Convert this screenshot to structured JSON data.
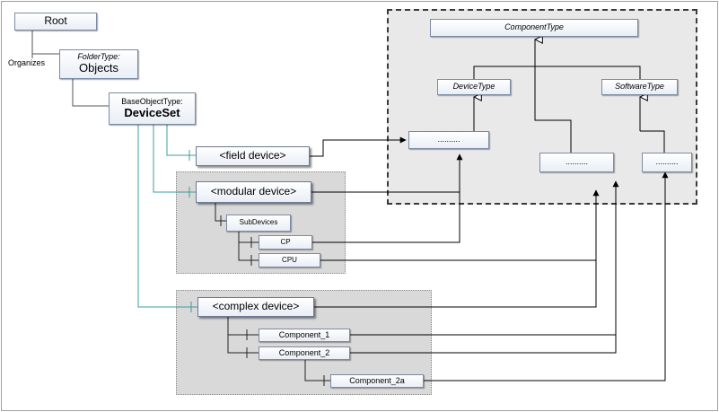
{
  "nodes": {
    "root": "Root",
    "organizes": "Organizes",
    "folder_type": "FolderType:",
    "objects": "Objects",
    "base_object_type": "BaseObjectType:",
    "device_set": "DeviceSet",
    "field_device": "<field device>",
    "modular_device": "<modular device>",
    "sub_devices": "SubDevices",
    "cp": "CP",
    "cpu": "CPU",
    "complex_device": "<complex device>",
    "component_1": "Component_1",
    "component_2": "Component_2",
    "component_2a": "Component_2a",
    "component_type": "ComponentType",
    "device_type": "DeviceType",
    "software_type": "SoftwareType",
    "device_subtypes": "..........",
    "component_subtypes": "..........",
    "software_subtypes": ".........."
  },
  "colors": {
    "teal_reference": "#3f9c9c",
    "type_area": "#e9e9e9",
    "gray_area": "#d9d9d9",
    "node_border": "#6a7a96"
  }
}
